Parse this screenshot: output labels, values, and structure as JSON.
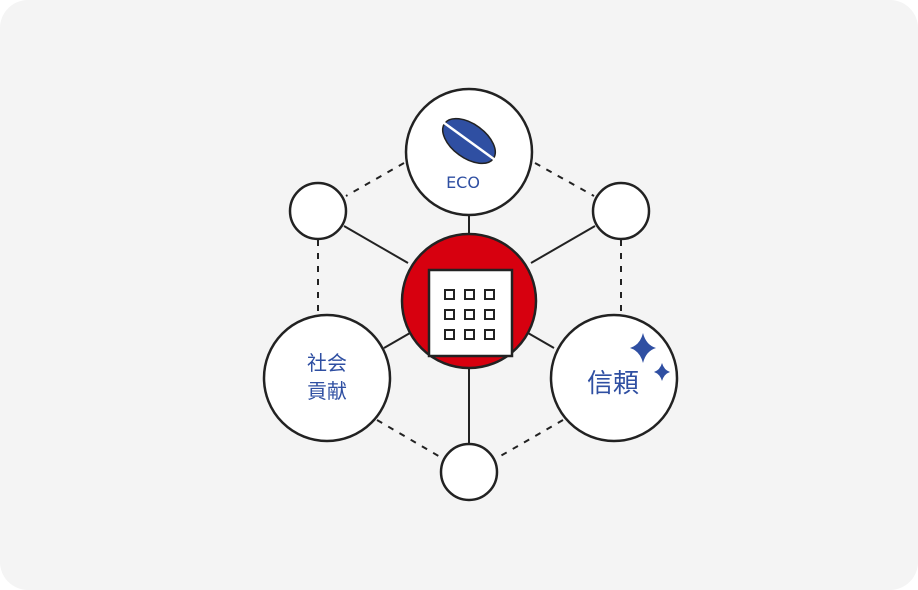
{
  "diagram": {
    "center": {
      "icon": "building-icon"
    },
    "nodes": {
      "eco": {
        "label": "ECO",
        "icon": "leaf-icon"
      },
      "social": {
        "line1": "社会",
        "line2": "貢献"
      },
      "trust": {
        "label": "信頼",
        "icon": "sparkle-icon"
      }
    },
    "colors": {
      "hub": "#d7000f",
      "accent": "#2f4fa2",
      "stroke": "#222222",
      "background": "#f4f4f4"
    }
  }
}
